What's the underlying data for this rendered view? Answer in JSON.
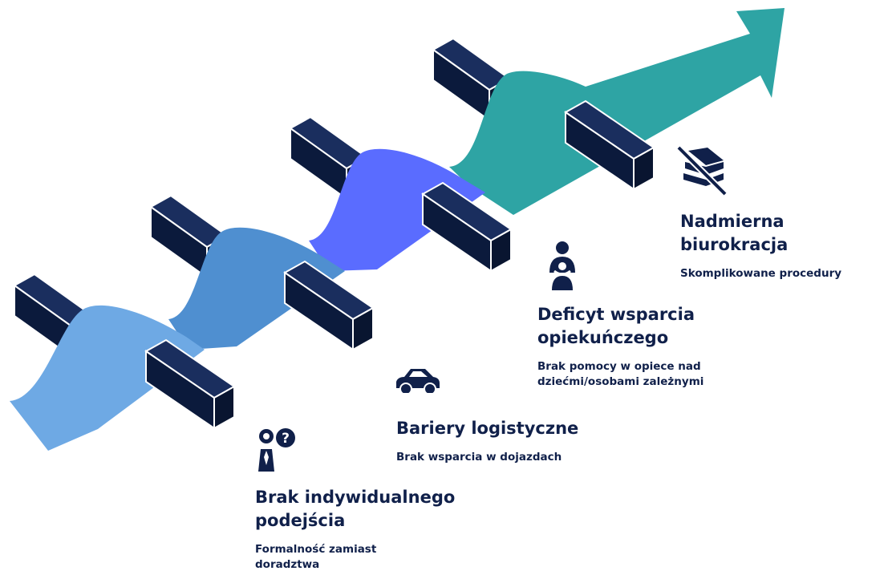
{
  "colors": {
    "navy": "#0b1a3c",
    "stage1": "#6ea9e4",
    "stage2": "#4f8fd0",
    "stage3": "#5a6cff",
    "stage4": "#2ea4a4"
  },
  "stages": [
    {
      "icon": "person-question-icon",
      "title": "Brak indywidualnego\npodejścia",
      "description": "Formalność zamiast\ndoradztwa"
    },
    {
      "icon": "car-icon",
      "title": "Bariery logistyczne",
      "description": "Brak wsparcia w dojazdach"
    },
    {
      "icon": "caregiver-icon",
      "title": "Deficyt wsparcia\nopiekuńczego",
      "description": "Brak pomocy w opiece nad\ndziećmi/osobami zależnymi"
    },
    {
      "icon": "no-documents-icon",
      "title": "Nadmierna\nbiurokracja",
      "description": "Skomplikowane procedury"
    }
  ]
}
